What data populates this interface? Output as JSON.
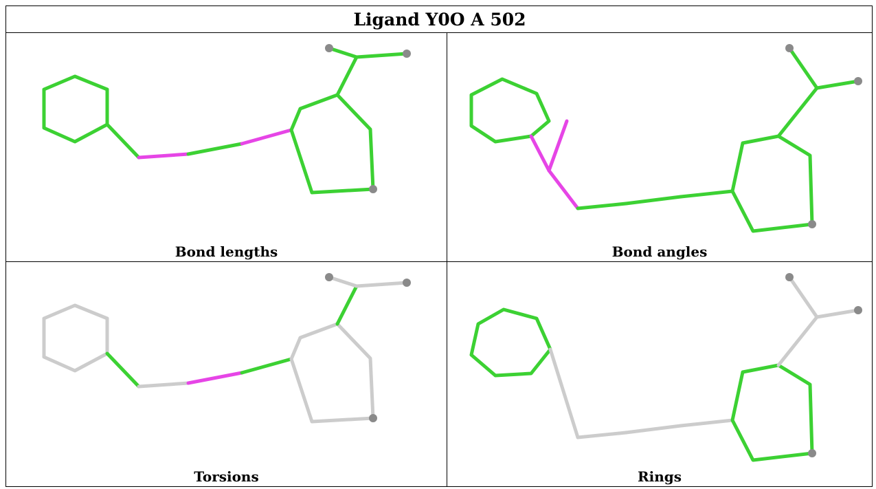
{
  "title": "Ligand Y0O A 502",
  "panels": [
    {
      "caption": "Bond lengths",
      "colors": {
        "ringA": "#3cd133",
        "ringB": "#3cd133",
        "link1": "#3cd133",
        "link2": "#e645e6",
        "link3": "#3cd133",
        "link4": "#e645e6",
        "stem": "#3cd133",
        "armTop": "#3cd133",
        "armRight": "#3cd133",
        "angleA": "#3cd133",
        "angleB": "#3cd133"
      }
    },
    {
      "caption": "Bond angles",
      "colors": {
        "ringA": "#3cd133",
        "ringB": "#3cd133",
        "link1": "#e645e6",
        "link2": "#3cd133",
        "link3": "#3cd133",
        "link4": "#3cd133",
        "stem": "#3cd133",
        "armTop": "#3cd133",
        "armRight": "#3cd133",
        "angleA": "#e645e6",
        "angleB": "#e645e6"
      }
    },
    {
      "caption": "Torsions",
      "colors": {
        "ringA": "#cccccc",
        "ringB": "#cccccc",
        "link1": "#3cd133",
        "link2": "#cccccc",
        "link3": "#e645e6",
        "link4": "#3cd133",
        "stem": "#3cd133",
        "armTop": "#cccccc",
        "armRight": "#cccccc",
        "angleA": "#cccccc",
        "angleB": "#cccccc"
      }
    },
    {
      "caption": "Rings",
      "colors": {
        "ringA": "#3cd133",
        "ringB": "#3cd133",
        "link1": "#cccccc",
        "link2": "#cccccc",
        "link3": "#cccccc",
        "link4": "#cccccc",
        "stem": "#cccccc",
        "armTop": "#cccccc",
        "armRight": "#cccccc",
        "angleA": "#3cd133",
        "angleB": "#3cd133"
      }
    }
  ],
  "atom_color": "#8a8a8a"
}
